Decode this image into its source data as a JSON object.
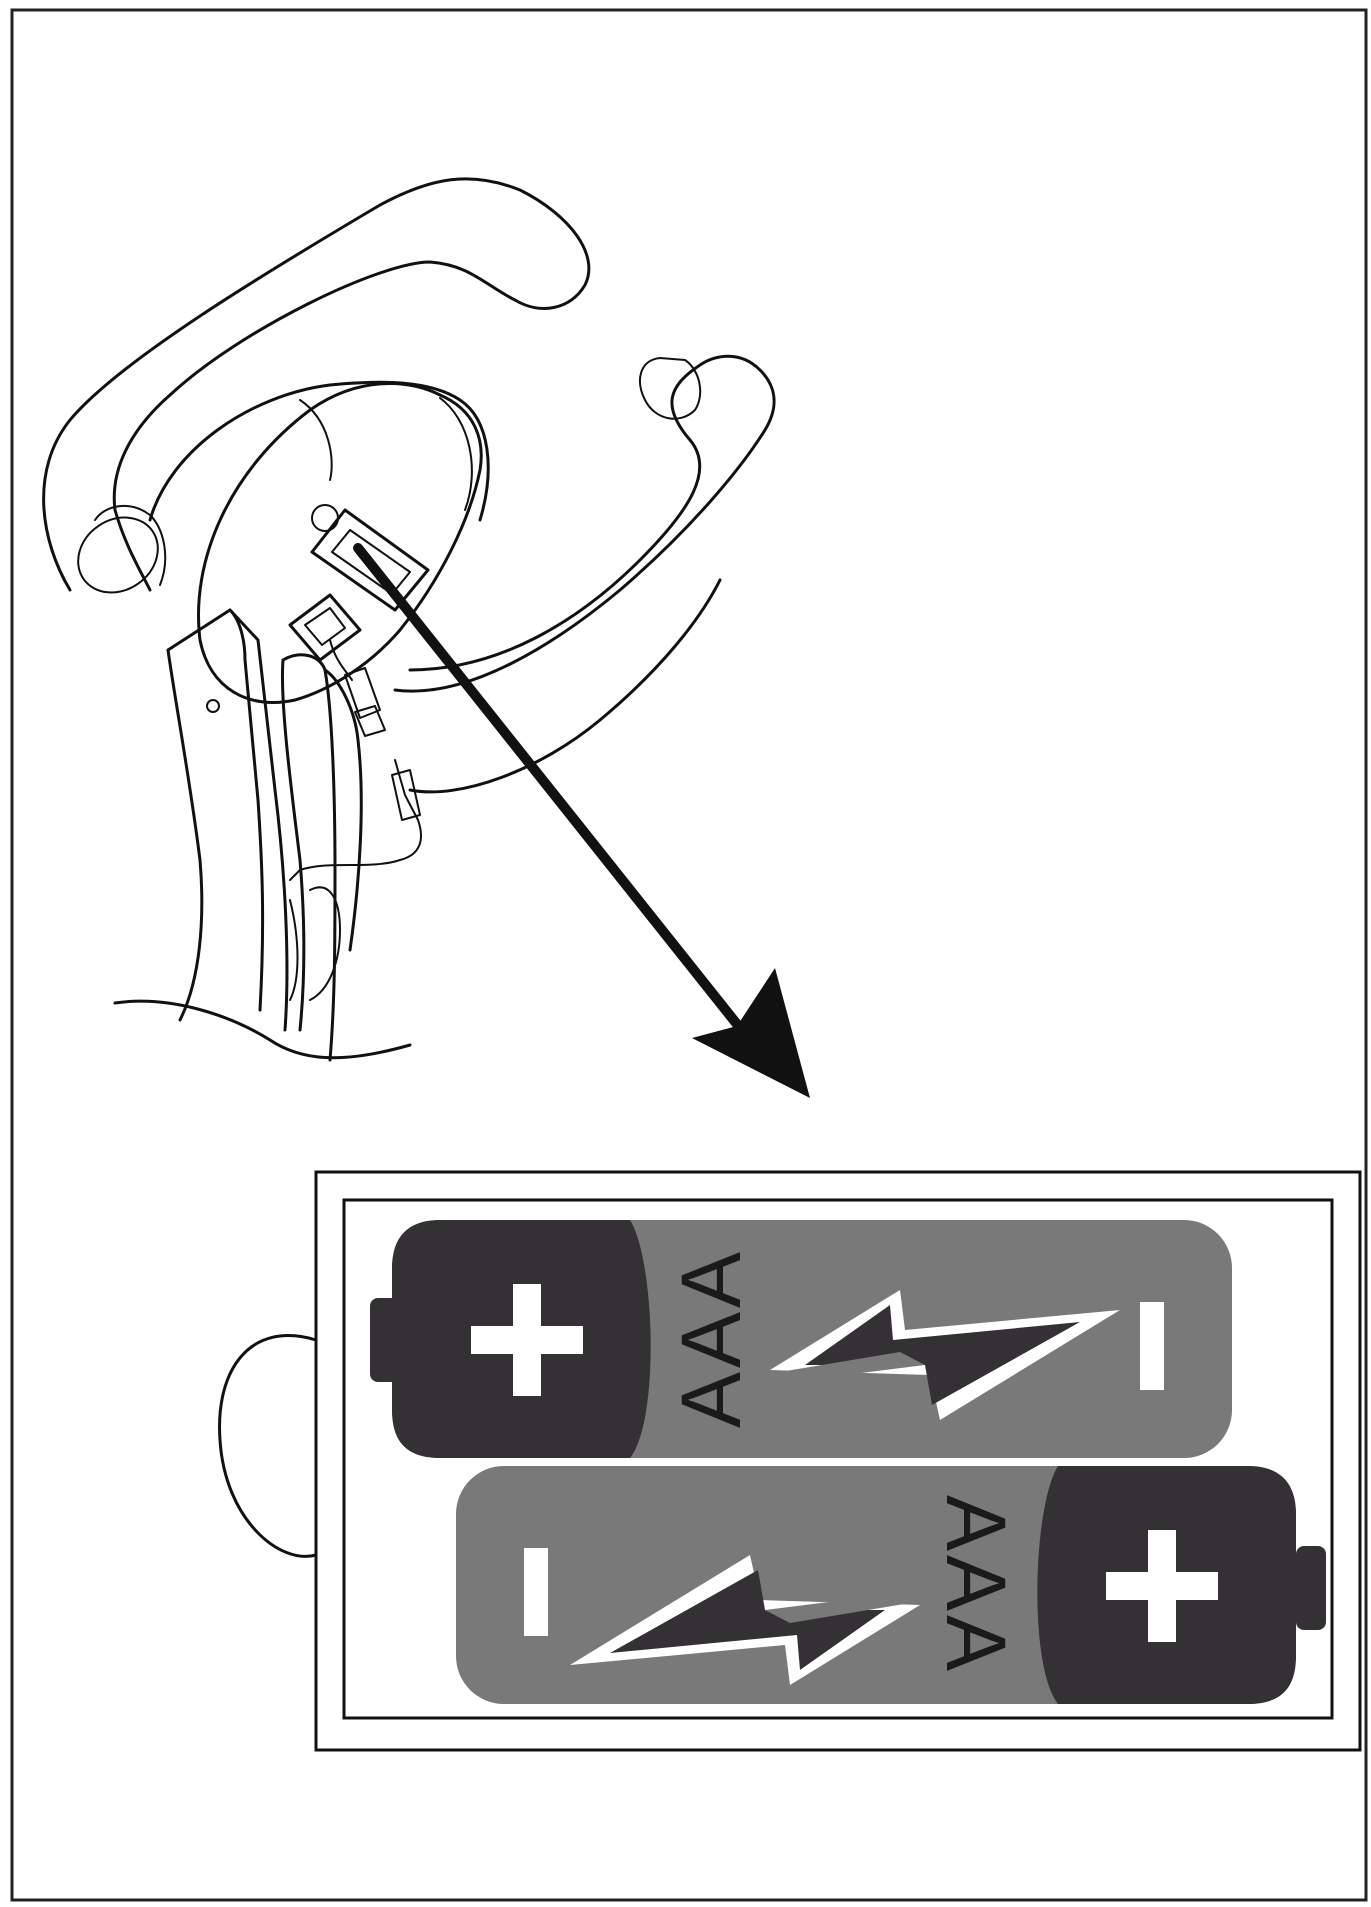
{
  "title": "",
  "colors": {
    "line": "#111111",
    "battery_body": "#7a797a",
    "battery_cap": "#333133",
    "sign": "#ffffff"
  },
  "batteries": [
    {
      "label": "AAA",
      "positive_symbol": "+",
      "negative_symbol": "−",
      "positive_end": "left"
    },
    {
      "label": "AAA",
      "positive_symbol": "+",
      "negative_symbol": "−",
      "positive_end": "right"
    }
  ],
  "icons": [
    "handlebar-console",
    "arrow-icon",
    "battery-compartment",
    "lightning-bolt-icon"
  ]
}
